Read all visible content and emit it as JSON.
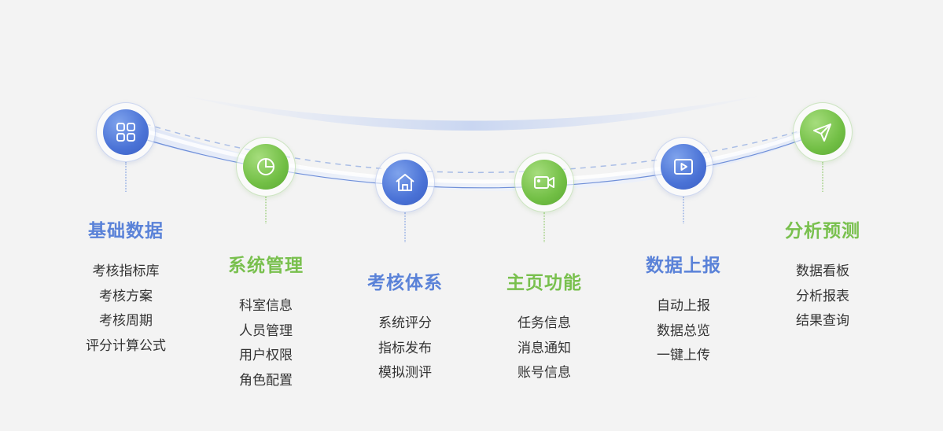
{
  "modules": [
    {
      "title": "基础数据",
      "icon": "grid-icon",
      "theme": "blue",
      "items": [
        "考核指标库",
        "考核方案",
        "考核周期",
        "评分计算公式"
      ]
    },
    {
      "title": "系统管理",
      "icon": "pie-chart-icon",
      "theme": "green",
      "items": [
        "科室信息",
        "人员管理",
        "用户权限",
        "角色配置"
      ]
    },
    {
      "title": "考核体系",
      "icon": "home-icon",
      "theme": "blue",
      "items": [
        "系统评分",
        "指标发布",
        "模拟测评"
      ]
    },
    {
      "title": "主页功能",
      "icon": "video-camera-icon",
      "theme": "green",
      "items": [
        "任务信息",
        "消息通知",
        "账号信息"
      ]
    },
    {
      "title": "数据上报",
      "icon": "play-icon",
      "theme": "blue",
      "items": [
        "自动上报",
        "数据总览",
        "一键上传"
      ]
    },
    {
      "title": "分析预测",
      "icon": "send-icon",
      "theme": "green",
      "items": [
        "数据看板",
        "分析报表",
        "结果查询"
      ]
    }
  ],
  "colors": {
    "blue": "#4a72d6",
    "green": "#72bf45",
    "background": "#f3f3f3"
  }
}
